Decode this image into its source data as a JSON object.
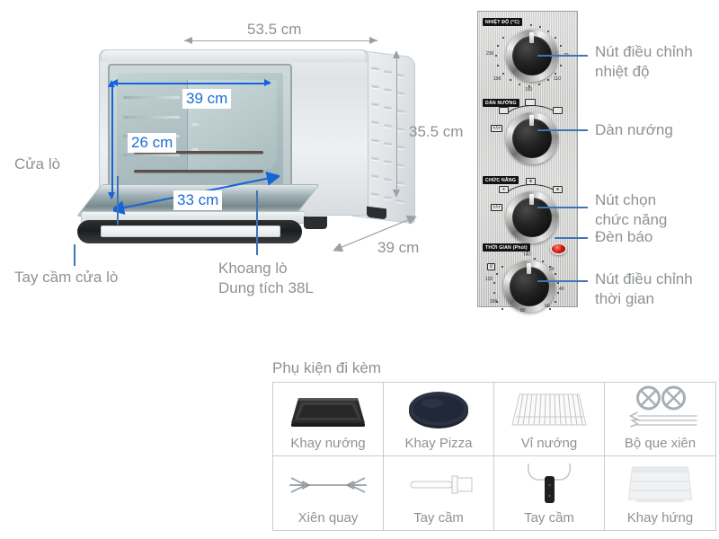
{
  "product": {
    "dimensions": {
      "width": "53.5 cm",
      "height": "35.5 cm",
      "depth": "39 cm"
    },
    "interior": {
      "width": "39 cm",
      "height": "26 cm",
      "depth": "33 cm"
    },
    "callouts": {
      "door": "Cửa lò",
      "door_handle": "Tay cầm cửa lò",
      "cavity": "Khoang lò\nDung tích 38L"
    }
  },
  "control_panel": {
    "knobs": [
      {
        "tag": "NHIỆT ĐỘ (°C)",
        "callout": "Nút điều chỉnh\nnhiệt độ",
        "scale": [
          "230",
          "190",
          "150",
          "110",
          "70"
        ]
      },
      {
        "tag": "DÀN NƯỚNG",
        "callout": "Dàn nướng",
        "scale": [
          "TẮT"
        ]
      },
      {
        "tag": "CHỨC NĂNG",
        "callout": "Nút chọn\nchức năng",
        "scale": [
          "TẮT"
        ]
      },
      {
        "tag": "THỜI GIAN (Phút)",
        "callout": "Nút điều chỉnh\nthời gian",
        "scale": [
          "TẮT",
          "20",
          "40",
          "60",
          "80",
          "100",
          "120"
        ]
      }
    ],
    "lamp": {
      "callout": "Đèn báo"
    }
  },
  "accessories": {
    "title": "Phụ kiện đi kèm",
    "items": [
      {
        "label": "Khay nướng",
        "icon": "baking-tray-icon"
      },
      {
        "label": "Khay Pizza",
        "icon": "pizza-pan-icon"
      },
      {
        "label": "Vỉ nướng",
        "icon": "grill-rack-icon"
      },
      {
        "label": "Bộ que xiên",
        "icon": "skewer-set-icon"
      },
      {
        "label": "Xiên quay",
        "icon": "rotisserie-spit-icon"
      },
      {
        "label": "Tay cầm",
        "icon": "spit-handle-icon"
      },
      {
        "label": "Tay cầm",
        "icon": "tray-handle-icon"
      },
      {
        "label": "Khay hứng",
        "icon": "drip-tray-icon"
      }
    ]
  },
  "colors": {
    "dimension_text": "#8d9295",
    "interior_dimension": "#1a6fd4",
    "leader_line": "#3f74b5",
    "indicator_lamp": "#d61e10"
  }
}
